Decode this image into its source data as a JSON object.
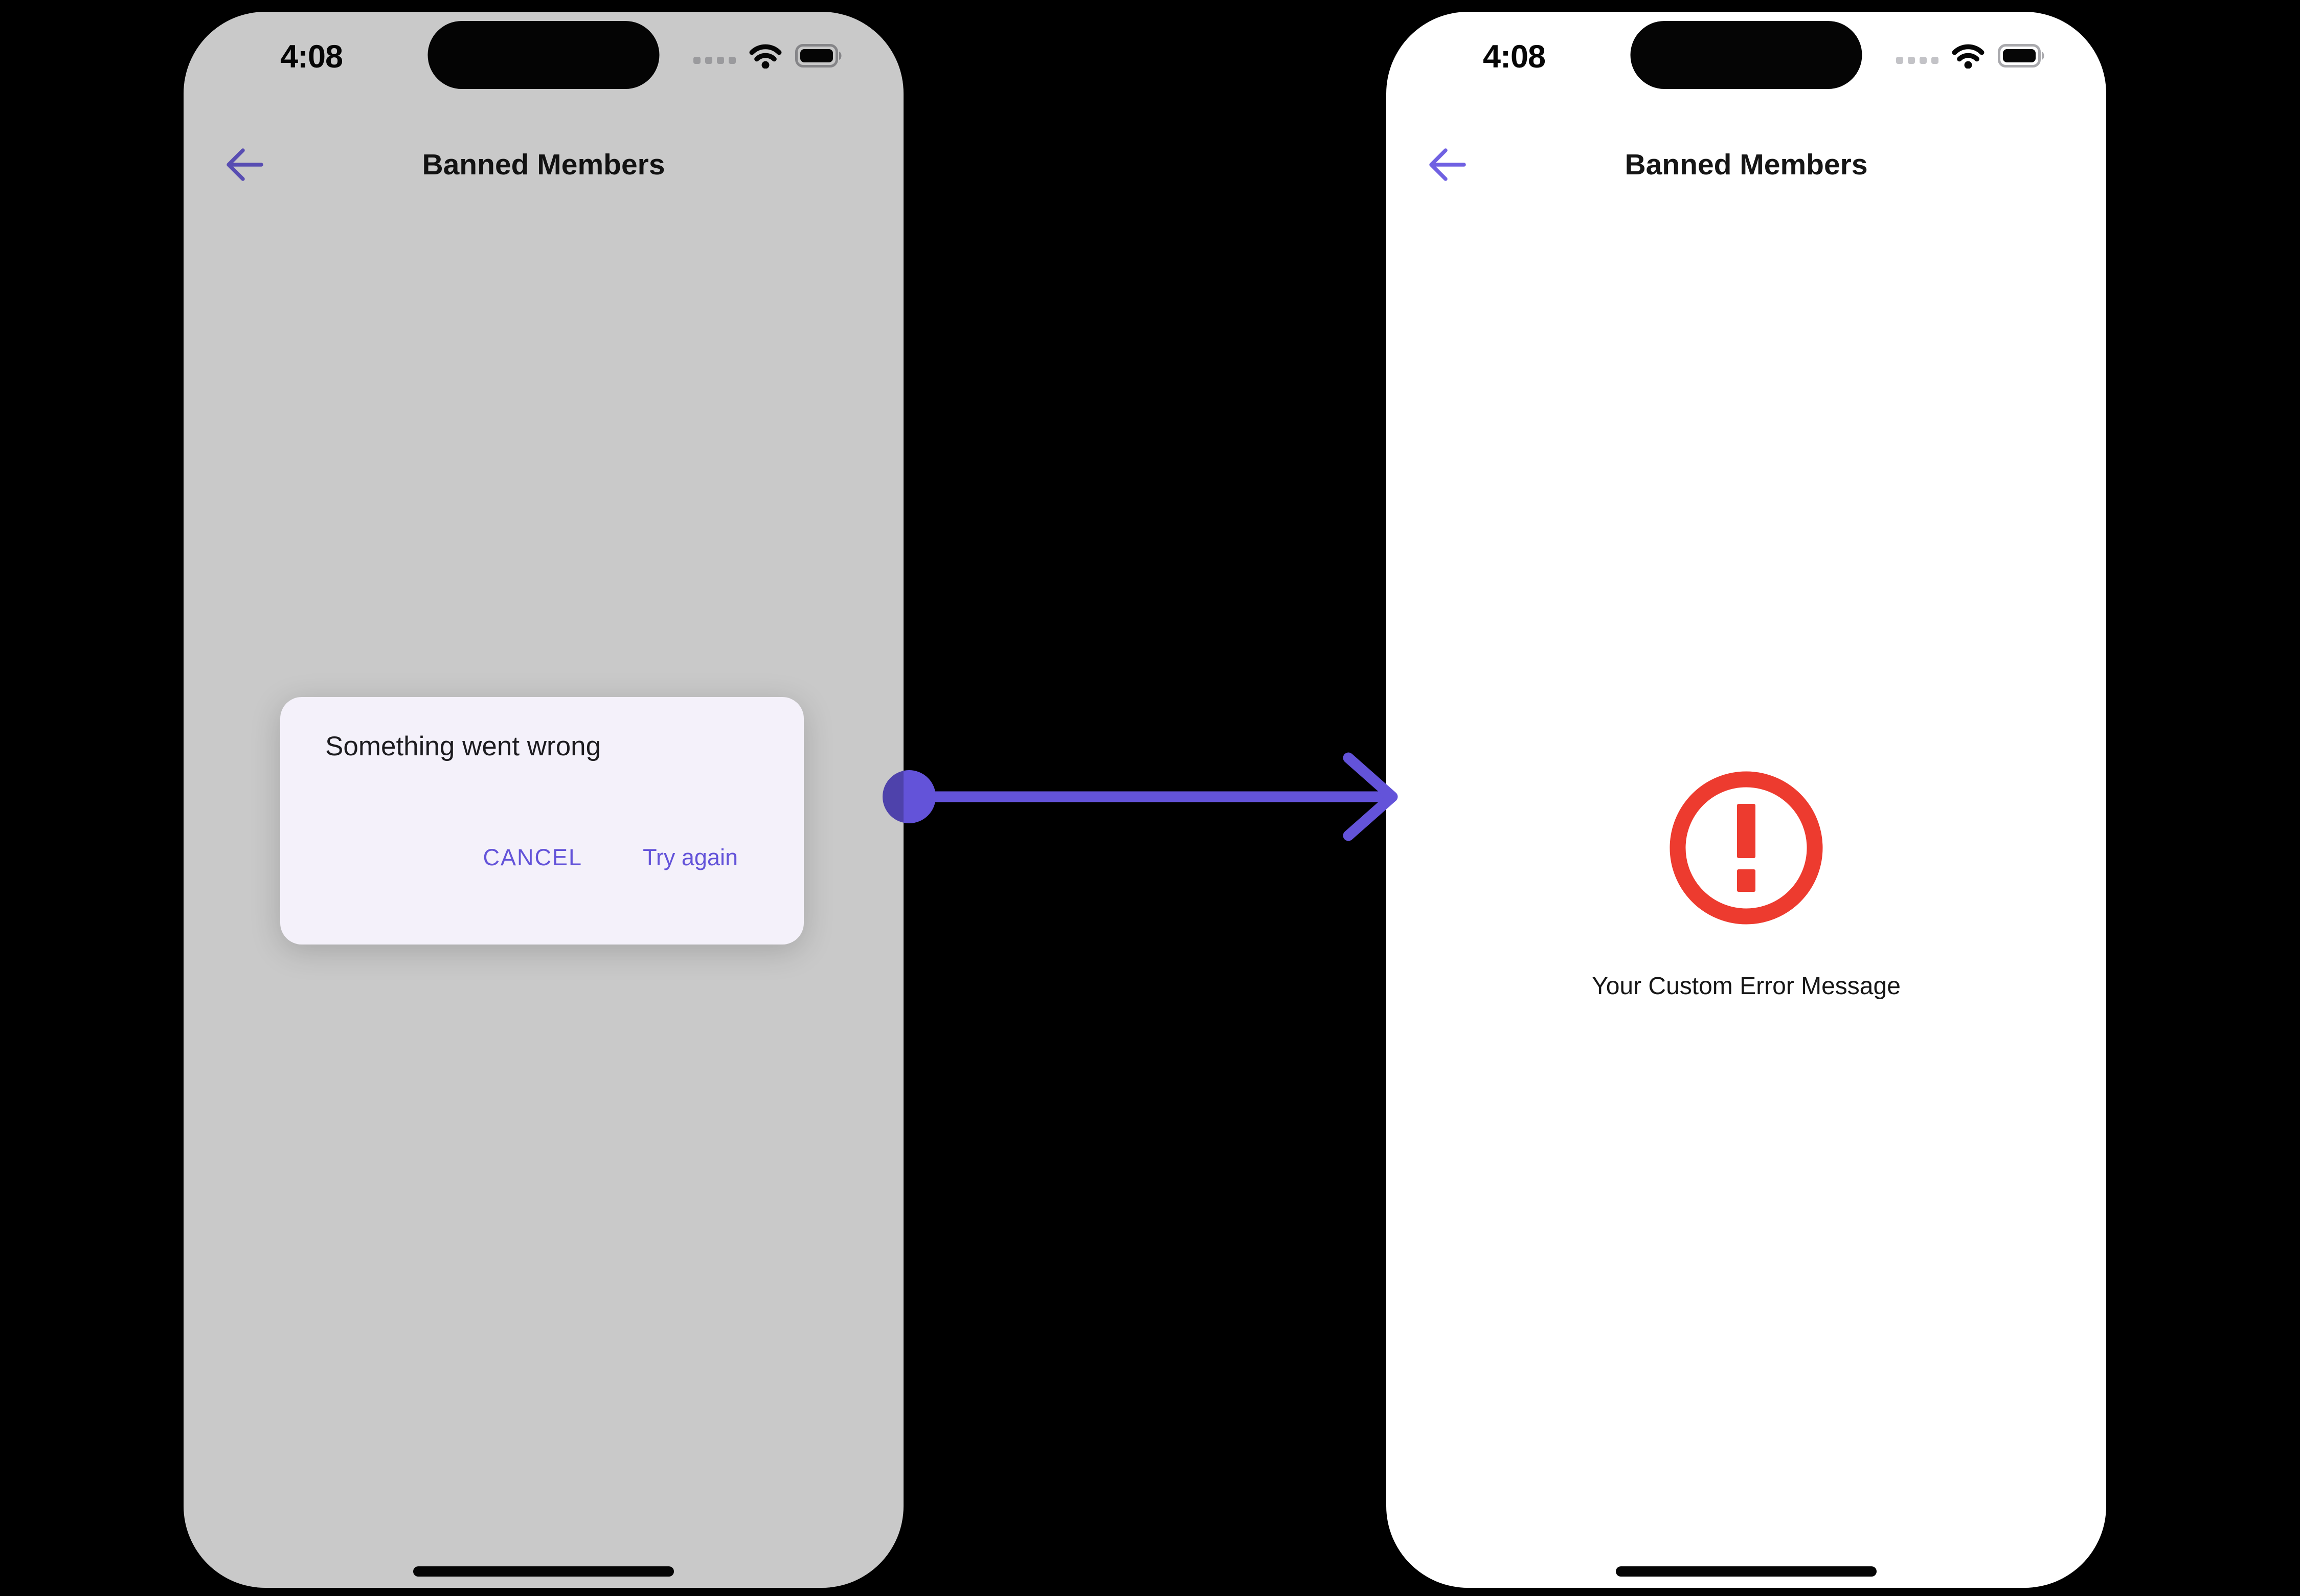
{
  "canvas": {
    "background": "#000000"
  },
  "flow_connector": {
    "icon": "arrow-right-connector-icon",
    "color": "#6353D9"
  },
  "colors": {
    "accent_purple": "#6353D9",
    "back_arrow_purple": "#7061E2",
    "error_red": "#ED3B2F",
    "screen_white": "#FFFFFF",
    "dimmed_screen_gray": "#C9C9C9",
    "dialog_background": "#F4F1FA",
    "title_text": "#161616"
  },
  "left_phone": {
    "state_name": "error-dialog-state",
    "status_bar": {
      "time": "4:08",
      "icons": [
        "cellular-signal-dots-icon",
        "wifi-icon",
        "battery-icon"
      ]
    },
    "header": {
      "back_icon": "back-arrow-icon",
      "title": "Banned Members"
    },
    "dialog": {
      "title": "Something went wrong",
      "cancel_label": "CANCEL",
      "retry_label": "Try again"
    }
  },
  "right_phone": {
    "state_name": "custom-error-state",
    "status_bar": {
      "time": "4:08",
      "icons": [
        "cellular-signal-dots-icon",
        "wifi-icon",
        "battery-icon"
      ]
    },
    "header": {
      "back_icon": "back-arrow-icon",
      "title": "Banned Members"
    },
    "error": {
      "icon": "error-exclamation-circle-icon",
      "message": "Your Custom Error Message",
      "color": "#ED3B2F"
    }
  }
}
